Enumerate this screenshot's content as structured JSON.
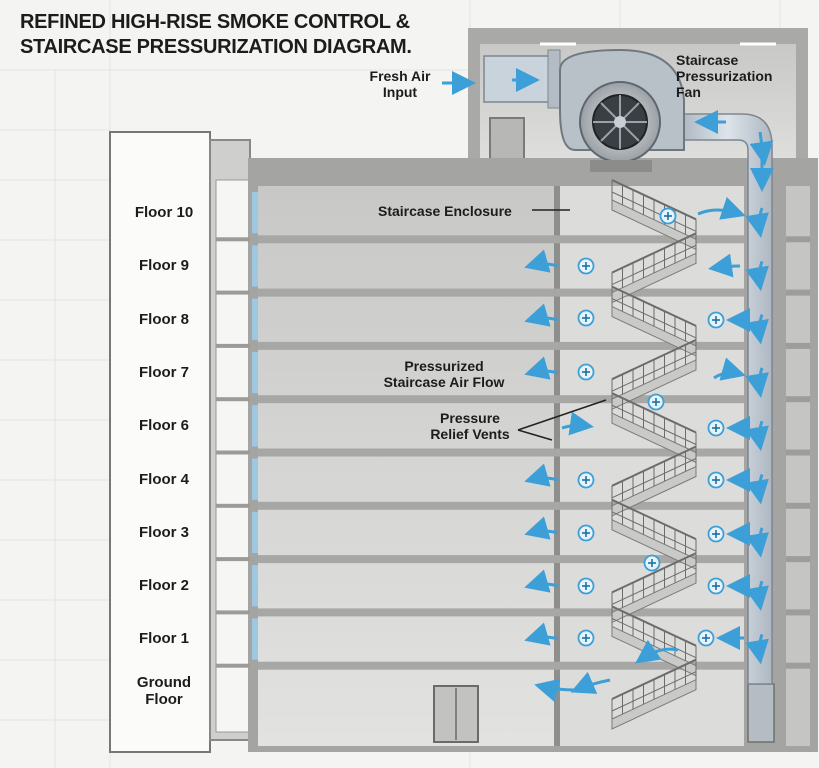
{
  "title_line1": "REFINED HIGH-RISE SMOKE CONTROL &",
  "title_line2": "STAIRCASE PRESSURIZATION DIAGRAM.",
  "labels": {
    "fresh_air_line1": "Fresh Air",
    "fresh_air_line2": "Input",
    "fan_line1": "Staircase",
    "fan_line2": "Pressurization",
    "fan_line3": "Fan",
    "staircase_enclosure": "Staircase Enclosure",
    "pressurized_line1": "Pressurized",
    "pressurized_line2": "Staircase Air Flow",
    "relief_line1": "Pressure",
    "relief_line2": "Relief Vents"
  },
  "floors": [
    {
      "label": "Floor 10"
    },
    {
      "label": "Floor 9"
    },
    {
      "label": "Floor 8"
    },
    {
      "label": "Floor 7"
    },
    {
      "label": "Floor 6"
    },
    {
      "label": "Floor 4"
    },
    {
      "label": "Floor 3"
    },
    {
      "label": "Floor 2"
    },
    {
      "label": "Floor 1"
    },
    {
      "label_line1": "Ground",
      "label_line2": "Floor"
    }
  ],
  "colors": {
    "wall": "#9a9a98",
    "slab": "#bcbcba",
    "room": "#d8d8d6",
    "duct": "#c9d2da",
    "arrow": "#3d9fd8",
    "text": "#1c1c1c"
  }
}
